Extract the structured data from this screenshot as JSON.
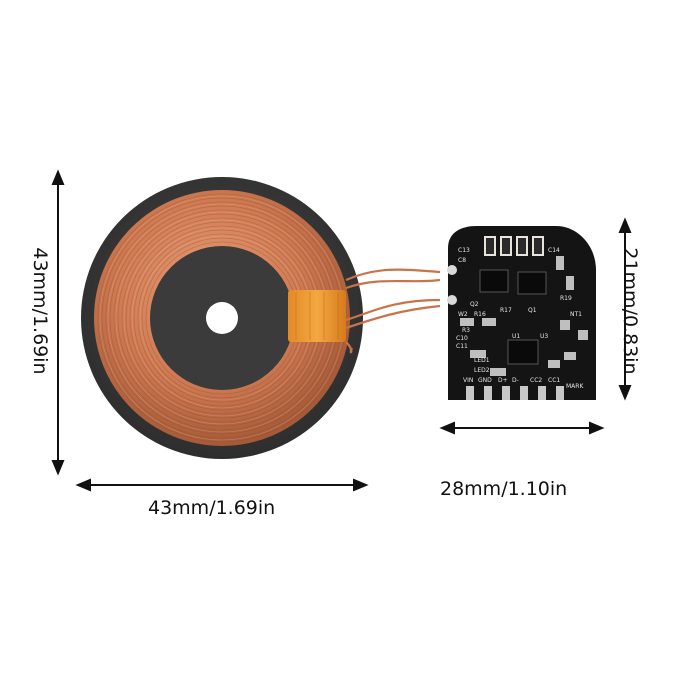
{
  "dimensions": {
    "coil_width": "43mm/1.69in",
    "coil_height": "43mm/1.69in",
    "board_width": "28mm/1.10in",
    "board_height": "21mm/0.83in"
  },
  "board_silkscreen": {
    "pins": [
      "VIN",
      "GND",
      "D+",
      "D-",
      "CC2",
      "CC1",
      "MARK"
    ],
    "parts": [
      "C13",
      "C8",
      "W2",
      "R16",
      "R17",
      "Q1",
      "Q2",
      "R3",
      "C10",
      "C11",
      "U1",
      "U3",
      "LED1",
      "LED2",
      "C14",
      "NT1",
      "R19"
    ]
  },
  "colors": {
    "coil_copper": "#c8744a",
    "ferrite": "#3a3a3a",
    "pcb": "#1a1a1a",
    "tape": "#e8902a"
  }
}
